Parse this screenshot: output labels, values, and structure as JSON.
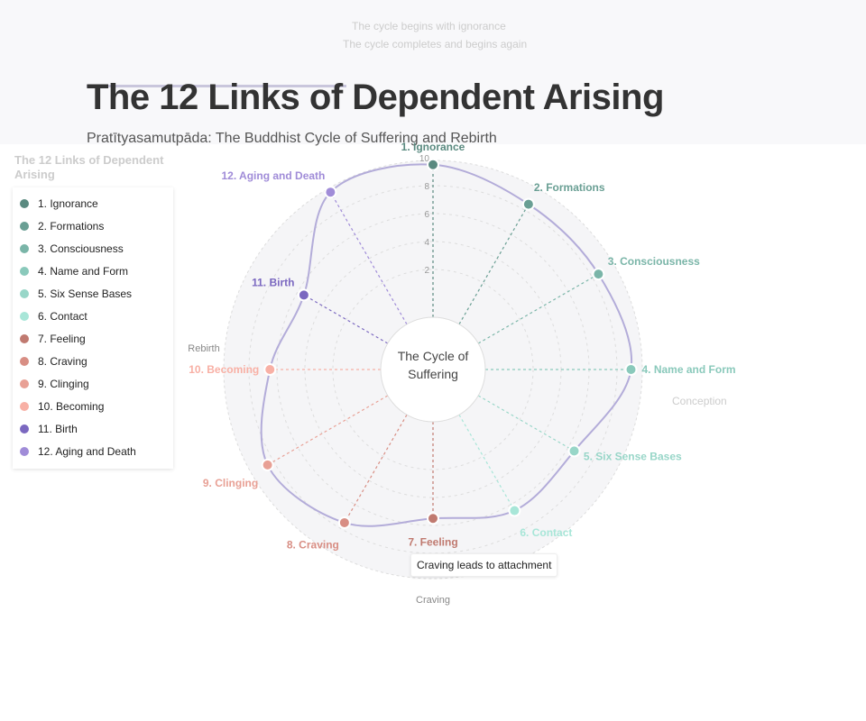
{
  "header": {
    "title": "The 12 Links of Dependent Arising",
    "subtitle": "Pratītyasamutpāda: The Buddhist Cycle of Suffering and Rebirth"
  },
  "chart_data": {
    "type": "radar",
    "title": "The 12 Links of Dependent Arising",
    "center_label": [
      "The Cycle of",
      "Suffering"
    ],
    "categories": [
      "1. Ignorance",
      "2. Formations",
      "3. Consciousness",
      "4. Name and Form",
      "5. Six Sense Bases",
      "6. Contact",
      "7. Feeling",
      "8. Craving",
      "9. Clinging",
      "10. Becoming",
      "11. Birth",
      "12. Aging and Death"
    ],
    "values": [
      9.5,
      8.5,
      8.5,
      9,
      6.5,
      6.5,
      5.5,
      7.5,
      8.5,
      6.5,
      5.5,
      9.5
    ],
    "colors": [
      "#5a8a80",
      "#6a9f94",
      "#7ab5a8",
      "#8ac9bb",
      "#98d6c8",
      "#a8e6d8",
      "#c07a70",
      "#d88e84",
      "#e8a095",
      "#f8b0a5",
      "#7b68c0",
      "#a08cd8"
    ],
    "line_color": "#b3acd9",
    "rlim": [
      0,
      10
    ],
    "r_ticks": [
      "2",
      "4",
      "6",
      "8",
      "10"
    ],
    "legend_position": "right",
    "annotations": {
      "rebirth": "Rebirth",
      "craving": "Craving",
      "begins": "The cycle begins with ignorance",
      "completes": "The cycle completes and begins again",
      "conception": "Conception"
    }
  },
  "tooltip": "Craving leads to attachment"
}
